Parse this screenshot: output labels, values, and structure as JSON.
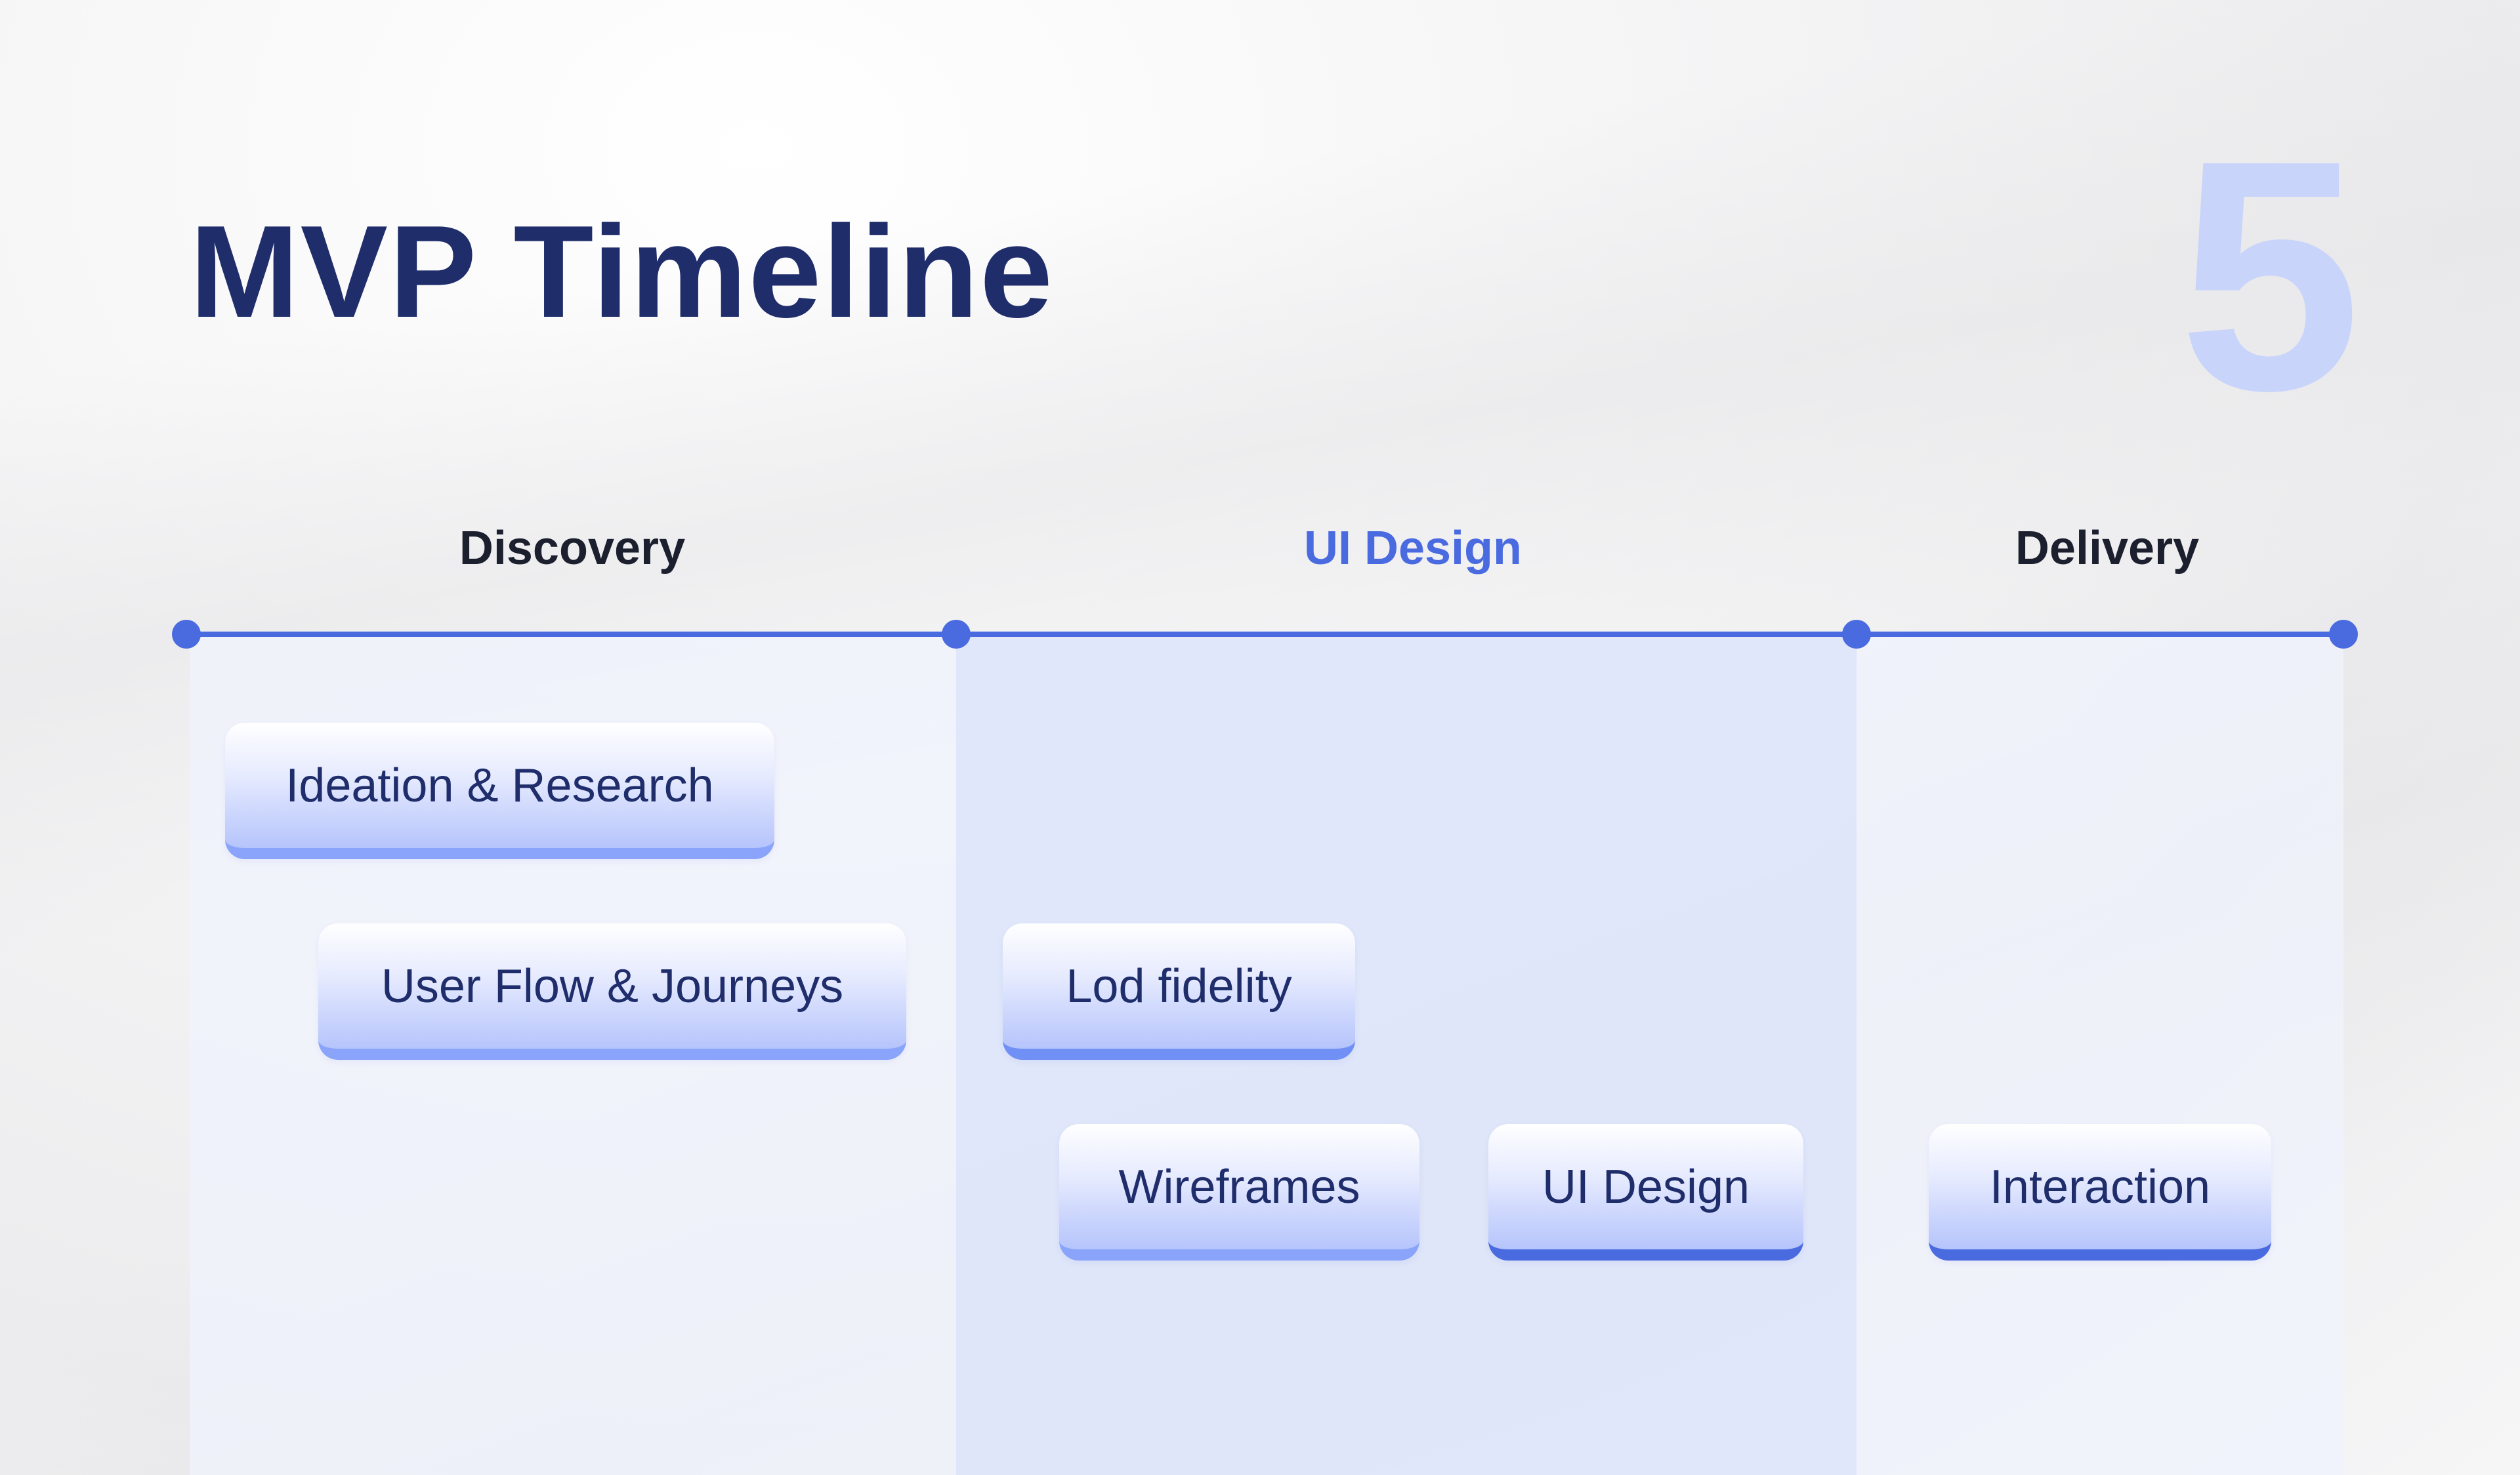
{
  "title": "MVP Timeline",
  "slide_number": "5",
  "colors": {
    "accent": "#4a6be0",
    "title": "#1f2d6b",
    "number": "#c9d4fb"
  },
  "phases": [
    {
      "label": "Discovery"
    },
    {
      "label": "UI Design"
    },
    {
      "label": "Delivery"
    }
  ],
  "tasks": [
    {
      "label": "Ideation & Research"
    },
    {
      "label": "User Flow & Journeys"
    },
    {
      "label": "Lod fidelity"
    },
    {
      "label": "Wireframes"
    },
    {
      "label": "UI Design"
    },
    {
      "label": "Interaction"
    }
  ]
}
